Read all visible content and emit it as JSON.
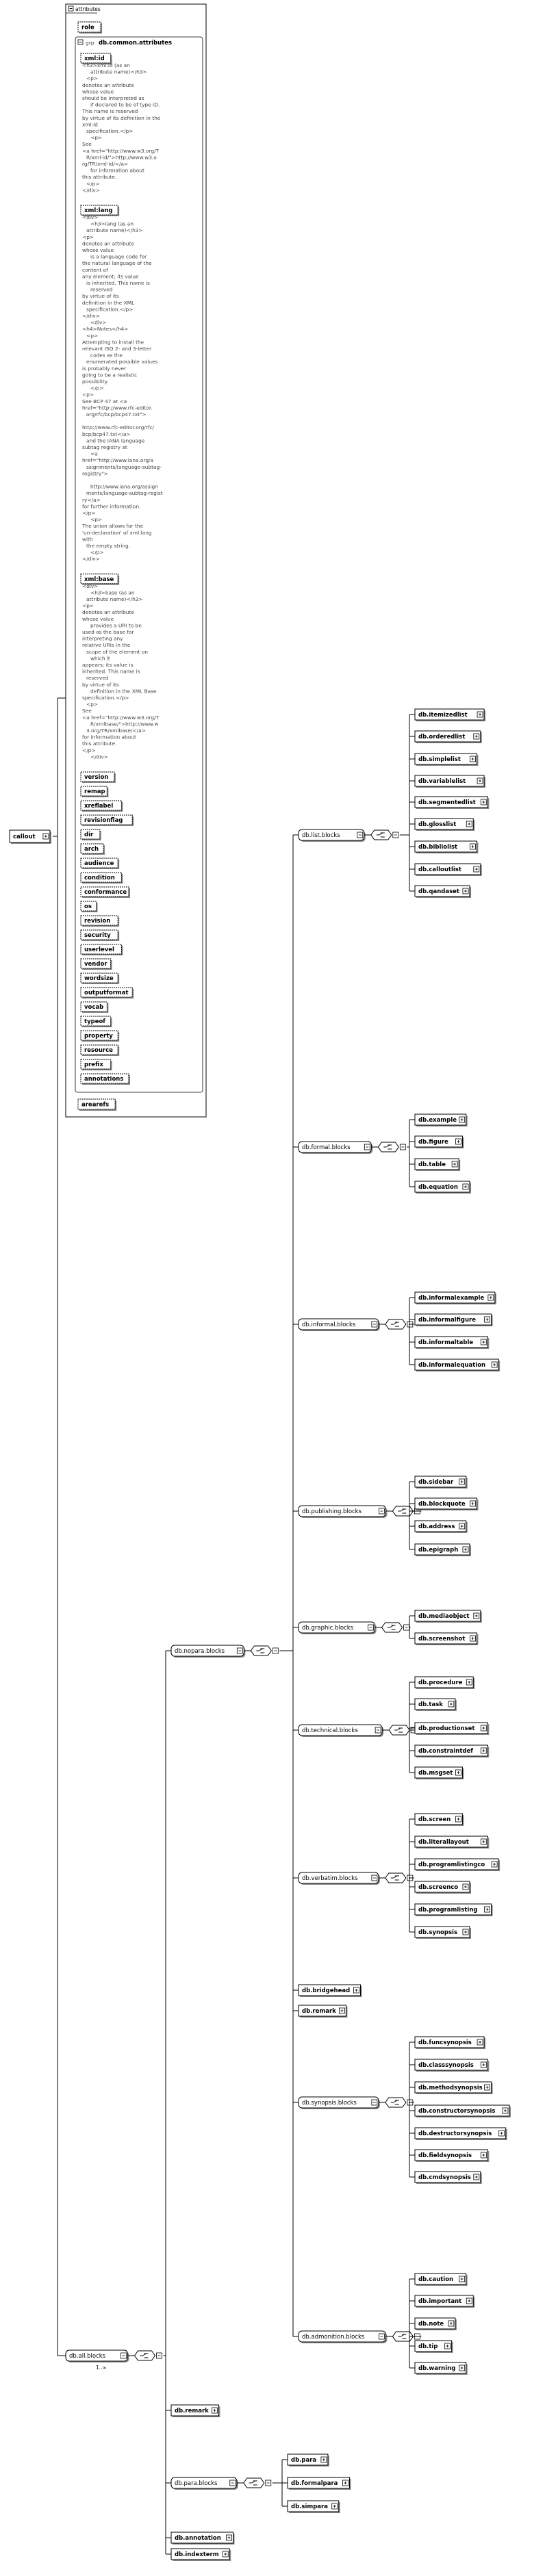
{
  "attributes_panel": {
    "title": "attributes",
    "items": [
      "role"
    ],
    "group": {
      "prefix": "grp",
      "name": "db.common.attributes",
      "attributes": [
        {
          "name": "xml:id",
          "doc": [
            "<h3>xml:id (as an",
            "attribute name)</h3>",
            "<p>",
            "denotes an attribute",
            "whose value",
            "should be interpreted as",
            "if declared to be of type ID.",
            "This name is reserved",
            "by virtue of its definition in the",
            "xml:id",
            "specification.</p>",
            "<p>",
            "See",
            "<a href=\"http://www.w3.org/T",
            "R/xml-id/\">http://www.w3.o",
            "rg/TR/xml-id/</a>",
            "for information about",
            "this attribute.",
            "</p>",
            "</div>"
          ]
        },
        {
          "name": "xml:lang",
          "doc": [
            "<div>",
            "<h3>lang (as an",
            "attribute name)</h3>",
            "<p>",
            "denotes an attribute",
            "whose value",
            "is a language code for",
            "the natural language of the",
            "content of",
            "any element; its value",
            "is inherited. This name is",
            "reserved",
            "by virtue of its",
            "definition in the XML",
            "specification.</p>",
            "</div>",
            "<div>",
            "<h4>Notes</h4>",
            "<p>",
            "Attempting to install the",
            "relevant ISO 2- and 3-letter",
            "codes as the",
            "enumerated possible values",
            "is probably never",
            "going to be a realistic",
            "possibility.",
            "</p>",
            "<p>",
            "See BCP 47 at <a",
            "href=\"http://www.rfc-editor.",
            "org/rfc/bcp/bcp47.txt\">",
            "",
            "http://www.rfc-editor.org/rfc/",
            "bcp/bcp47.txt</a>",
            "and the IANA language",
            "subtag registry at",
            "<a",
            "href=\"http://www.iana.org/a",
            "ssignments/language-subtag-",
            "registry\">",
            "",
            "http://www.iana.org/assign",
            "ments/language-subtag-regist",
            "ry</a>",
            "for further information.",
            "</p>",
            "<p>",
            "The union allows for the",
            "'un-declaration' of xml:lang",
            "with",
            "the empty string.",
            "</p>",
            "</div>"
          ]
        },
        {
          "name": "xml:base",
          "doc": [
            "<div>",
            "<h3>base (as an",
            "attribute name)</h3>",
            "<p>",
            "denotes an attribute",
            "whose value",
            "provides a URI to be",
            "used as the base for",
            "interpreting any",
            "relative URIs in the",
            "scope of the element on",
            "which it",
            "appears; its value is",
            "inherited. This name is",
            "reserved",
            "by virtue of its",
            "definition in the XML Base",
            "specification.</p>",
            "<p>",
            "See",
            "<a href=\"http://www.w3.org/T",
            "R/xmlbase/\">http://www.w",
            "3.org/TR/xmlbase/</a>",
            "for information about",
            "this attribute.",
            "</p>",
            "</div>"
          ]
        }
      ],
      "simple_attributes": [
        "version",
        "remap",
        "xreflabel",
        "revisionflag",
        "dir",
        "arch",
        "audience",
        "condition",
        "conformance",
        "os",
        "revision",
        "security",
        "userlevel",
        "vendor",
        "wordsize",
        "outputformat",
        "vocab",
        "typeof",
        "property",
        "resource",
        "prefix",
        "annotations"
      ]
    },
    "trailing_items": [
      "arearefs"
    ]
  },
  "root": {
    "name": "callout"
  },
  "choice_group": {
    "name": "db.all.blocks",
    "cardinality": "1..∞"
  },
  "nopara": {
    "name": "db.nopara.blocks"
  },
  "block_groups": [
    {
      "name": "db.list.blocks",
      "items": [
        "db.itemizedlist",
        "db.orderedlist",
        "db.simplelist",
        "db.variablelist",
        "db.segmentedlist",
        "db.glosslist",
        "db.bibliolist",
        "db.calloutlist",
        "db.qandaset"
      ]
    },
    {
      "name": "db.formal.blocks",
      "items": [
        "db.example",
        "db.figure",
        "db.table",
        "db.equation"
      ]
    },
    {
      "name": "db.informal.blocks",
      "items": [
        "db.informalexample",
        "db.informalfigure",
        "db.informaltable",
        "db.informalequation"
      ]
    },
    {
      "name": "db.publishing.blocks",
      "items": [
        "db.sidebar",
        "db.blockquote",
        "db.address",
        "db.epigraph"
      ]
    },
    {
      "name": "db.graphic.blocks",
      "items": [
        "db.mediaobject",
        "db.screenshot"
      ]
    },
    {
      "name": "db.technical.blocks",
      "items": [
        "db.procedure",
        "db.task",
        "db.productionset",
        "db.constraintdef",
        "db.msgset"
      ]
    },
    {
      "name": "db.verbatim.blocks",
      "items": [
        "db.screen",
        "db.literallayout",
        "db.programlistingco",
        "db.screenco",
        "db.programlisting",
        "db.synopsis"
      ]
    },
    {
      "name": "db.bridgehead",
      "items": []
    },
    {
      "name": "db.remark",
      "items": []
    },
    {
      "name": "db.synopsis.blocks",
      "items": [
        "db.funcsynopsis",
        "db.classsynopsis",
        "db.methodsynopsis",
        "db.constructorsynopsis",
        "db.destructorsynopsis",
        "db.fieldsynopsis",
        "db.cmdsynopsis"
      ]
    },
    {
      "name": "db.admonition.blocks",
      "items": [
        "db.caution",
        "db.important",
        "db.note",
        "db.tip",
        "db.warning"
      ]
    }
  ],
  "top_level_items": [
    "db.remark"
  ],
  "para_group": {
    "name": "db.para.blocks",
    "items": [
      "db.para",
      "db.formalpara",
      "db.simpara"
    ]
  },
  "tail_items": [
    "db.annotation",
    "db.indexterm"
  ]
}
